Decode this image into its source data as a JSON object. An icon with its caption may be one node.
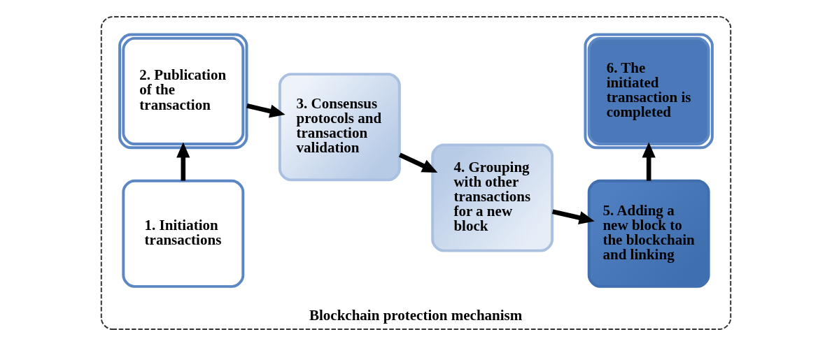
{
  "diagram": {
    "nodes": [
      {
        "text": [
          "Blockchain protection mechanism"
        ]
      },
      {
        "text": [
          "1. Initiation transactions"
        ],
        "in": 0
      },
      {
        "text": [
          "2. Publication of the transaction"
        ],
        "in": 0
      },
      {
        "text": [
          "3. Consensus protocols and transaction validation"
        ],
        "in": 0
      },
      {
        "text": [
          "4. Grouping with other transactions for a new block"
        ],
        "in": 0
      },
      {
        "text": [
          "5. Adding a new block to the blockchain and linking"
        ],
        "in": 0
      },
      {
        "text": [
          "6. The initiated transaction is completed"
        ],
        "in": 0
      }
    ],
    "edges": [
      {
        "from": 1,
        "to": 2,
        "arrow": "to"
      },
      {
        "from": 2,
        "to": 3,
        "arrow": "to"
      },
      {
        "from": 3,
        "to": 4,
        "arrow": "to"
      },
      {
        "from": 4,
        "to": 5,
        "arrow": "to"
      },
      {
        "from": 5,
        "to": 6,
        "arrow": "to"
      }
    ]
  }
}
